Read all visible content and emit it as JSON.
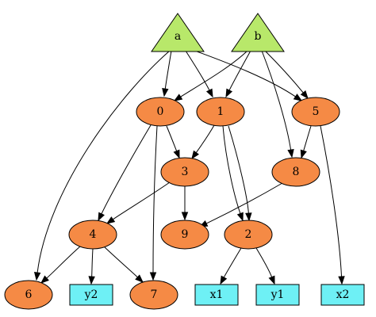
{
  "colors": {
    "triangle_fill": "#b8e86a",
    "ellipse_fill": "#f58a45",
    "box_fill": "#6ef0f5",
    "stroke": "#000000",
    "background": "#ffffff"
  },
  "nodes": [
    {
      "id": "a",
      "label": "a",
      "shape": "triangle"
    },
    {
      "id": "b",
      "label": "b",
      "shape": "triangle"
    },
    {
      "id": "n0",
      "label": "0",
      "shape": "ellipse"
    },
    {
      "id": "n1",
      "label": "1",
      "shape": "ellipse"
    },
    {
      "id": "n5",
      "label": "5",
      "shape": "ellipse"
    },
    {
      "id": "n3",
      "label": "3",
      "shape": "ellipse"
    },
    {
      "id": "n8",
      "label": "8",
      "shape": "ellipse"
    },
    {
      "id": "n4",
      "label": "4",
      "shape": "ellipse"
    },
    {
      "id": "n9",
      "label": "9",
      "shape": "ellipse"
    },
    {
      "id": "n2",
      "label": "2",
      "shape": "ellipse"
    },
    {
      "id": "n6",
      "label": "6",
      "shape": "ellipse"
    },
    {
      "id": "n7",
      "label": "7",
      "shape": "ellipse"
    },
    {
      "id": "y2",
      "label": "y2",
      "shape": "box"
    },
    {
      "id": "x1",
      "label": "x1",
      "shape": "box"
    },
    {
      "id": "y1",
      "label": "y1",
      "shape": "box"
    },
    {
      "id": "x2",
      "label": "x2",
      "shape": "box"
    }
  ],
  "edges": [
    {
      "from": "a",
      "to": "n0"
    },
    {
      "from": "a",
      "to": "n1"
    },
    {
      "from": "a",
      "to": "n5"
    },
    {
      "from": "a",
      "to": "n6"
    },
    {
      "from": "b",
      "to": "n0"
    },
    {
      "from": "b",
      "to": "n1"
    },
    {
      "from": "b",
      "to": "n5"
    },
    {
      "from": "b",
      "to": "n8"
    },
    {
      "from": "n0",
      "to": "n3"
    },
    {
      "from": "n0",
      "to": "n4"
    },
    {
      "from": "n0",
      "to": "n7"
    },
    {
      "from": "n1",
      "to": "n3"
    },
    {
      "from": "n1",
      "to": "n2"
    },
    {
      "from": "n1",
      "to": "n2"
    },
    {
      "from": "n5",
      "to": "n8"
    },
    {
      "from": "n5",
      "to": "x2"
    },
    {
      "from": "n3",
      "to": "n4"
    },
    {
      "from": "n3",
      "to": "n9"
    },
    {
      "from": "n8",
      "to": "n9"
    },
    {
      "from": "n4",
      "to": "n6"
    },
    {
      "from": "n4",
      "to": "y2"
    },
    {
      "from": "n4",
      "to": "n7"
    },
    {
      "from": "n2",
      "to": "x1"
    },
    {
      "from": "n2",
      "to": "y1"
    }
  ]
}
